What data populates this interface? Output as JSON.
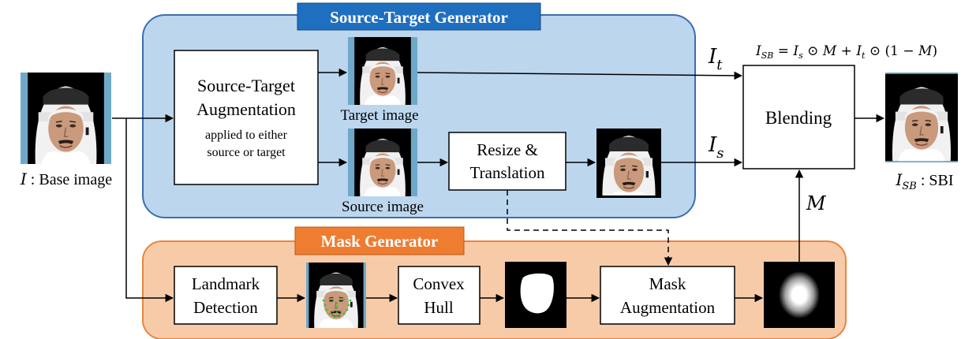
{
  "colors": {
    "source_panel_fill": "#bcd6ee",
    "source_panel_stroke": "#3a6fae",
    "source_title_fill": "#1f6fc0",
    "mask_panel_fill": "#f8cba8",
    "mask_panel_stroke": "#e8853e",
    "mask_title_fill": "#ee7d31",
    "skin": "#c99a7c",
    "scarf": "#eeeeee",
    "backdrop": "#6fa9c9",
    "landmark": "#22cc22"
  },
  "panels": {
    "source_target_generator": "Source-Target Generator",
    "mask_generator": "Mask Generator"
  },
  "base": {
    "symbol": "I",
    "caption": " : Base image"
  },
  "augmentation": {
    "title_line1": "Source-Target",
    "title_line2": "Augmentation",
    "note_line1": "applied to either",
    "note_line2": "source or target"
  },
  "images": {
    "target_caption": "Target image",
    "source_caption": "Source image"
  },
  "resize": {
    "line1": "Resize &",
    "line2": "Translation"
  },
  "blending": {
    "label": "Blending",
    "formula": "I",
    "formula_parts": [
      "I",
      "SB",
      " = ",
      "I",
      "s",
      " ⊙ ",
      "M",
      " + ",
      "I",
      "t",
      " ⊙ ",
      "(1 − ",
      "M",
      ")"
    ]
  },
  "signals": {
    "It_main": "I",
    "It_sub": "t",
    "Is_main": "I",
    "Is_sub": "s",
    "M": "M"
  },
  "output": {
    "main": "I",
    "sub": "SB",
    "caption": " : SBI"
  },
  "mask_steps": {
    "landmark_line1": "Landmark",
    "landmark_line2": "Detection",
    "hull_line1": "Convex",
    "hull_line2": "Hull",
    "maskaug_line1": "Mask",
    "maskaug_line2": "Augmentation"
  }
}
